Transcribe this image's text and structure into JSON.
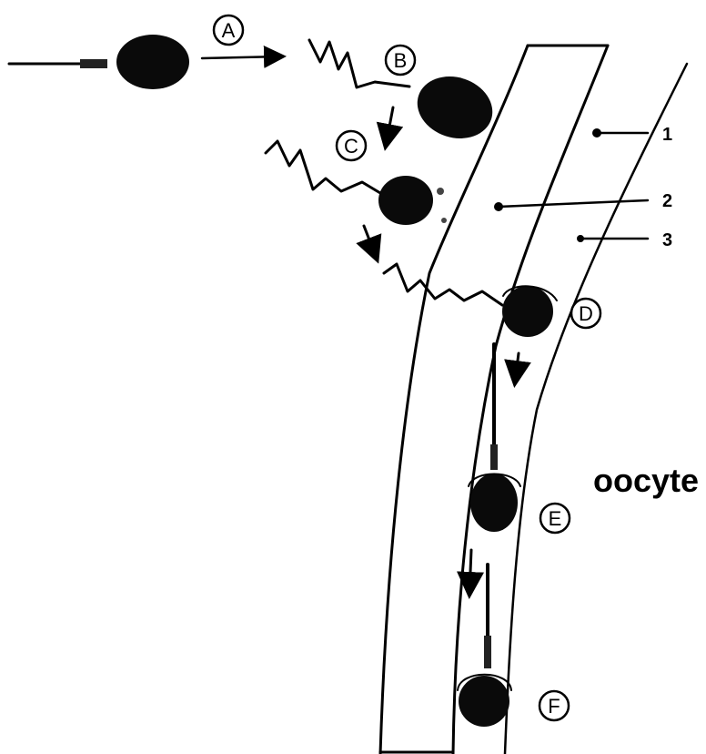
{
  "stages": {
    "a": "A",
    "b": "B",
    "c": "C",
    "d": "D",
    "e": "E",
    "f": "F"
  },
  "layers": {
    "one": "1",
    "two": "2",
    "three": "3"
  },
  "region_label": "oocyte",
  "colors": {
    "ink": "#000000",
    "background": "#ffffff"
  }
}
